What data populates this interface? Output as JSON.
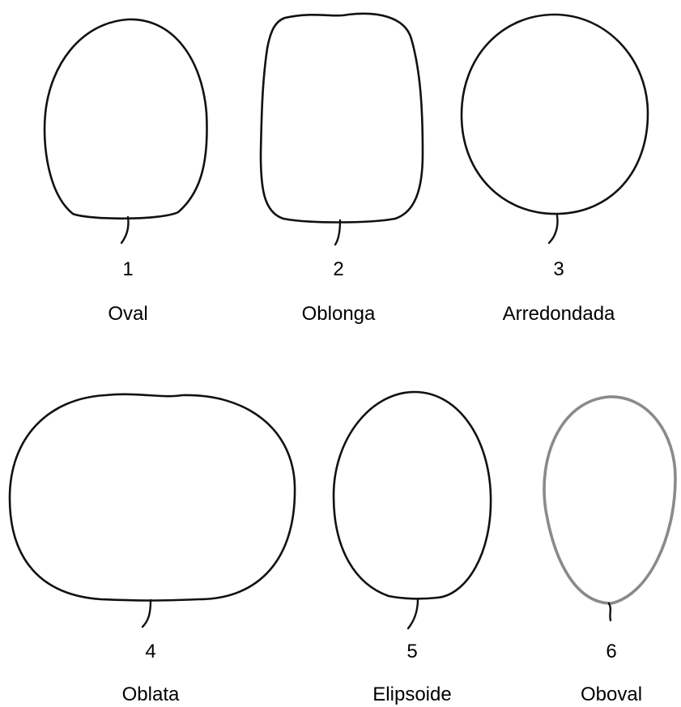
{
  "shapes": [
    {
      "number": "1",
      "name": "Oval"
    },
    {
      "number": "2",
      "name": "Oblonga"
    },
    {
      "number": "3",
      "name": "Arredondada"
    },
    {
      "number": "4",
      "name": "Oblata"
    },
    {
      "number": "5",
      "name": "Elipsoide"
    },
    {
      "number": "6",
      "name": "Oboval"
    }
  ]
}
